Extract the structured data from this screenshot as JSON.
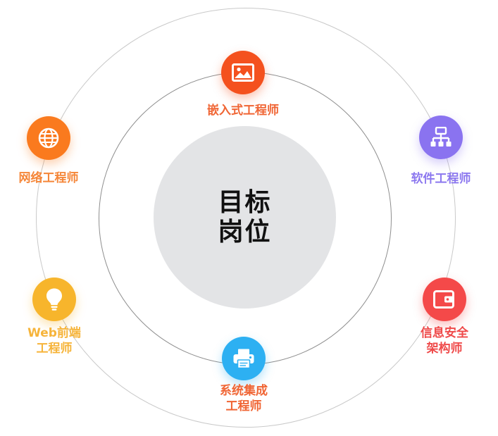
{
  "center": {
    "line1": "目标",
    "line2": "岗位"
  },
  "nodes": {
    "embedded": {
      "label": "嵌入式工程师",
      "icon": "image-icon",
      "color": "#f4511e"
    },
    "network": {
      "label": "网络工程师",
      "icon": "globe-icon",
      "color": "#fa7a1e"
    },
    "software": {
      "label": "软件工程师",
      "icon": "sitemap-icon",
      "color": "#8a73f0"
    },
    "web": {
      "line1": "Web前端",
      "line2": "工程师",
      "icon": "lightbulb-icon",
      "color": "#f7b52c"
    },
    "security": {
      "line1": "信息安全",
      "line2": "架构师",
      "icon": "wallet-icon",
      "color": "#f44949"
    },
    "system": {
      "line1": "系统集成",
      "line2": "工程师",
      "icon": "printer-icon",
      "color": "#2db0f2"
    }
  }
}
